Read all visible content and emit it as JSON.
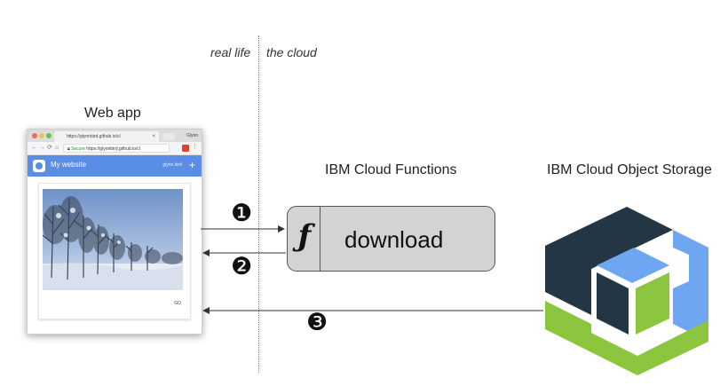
{
  "labels": {
    "real_life": "real life",
    "the_cloud": "the cloud",
    "web_app": "Web app",
    "ibm_functions": "IBM Cloud Functions",
    "ibm_storage": "IBM Cloud Object Storage"
  },
  "browser": {
    "tab_title": "https://glynnbird.github.io/cl",
    "tab_close": "×",
    "profile": "Glynn",
    "secure_label": "Secure",
    "url": "https://glynnbird.github.io/cl",
    "site_title": "My website",
    "site_user": "glynn.bird",
    "site_plus": "+",
    "card_action": "GO"
  },
  "function": {
    "glyph": "ƒ",
    "action_name": "download"
  },
  "steps": {
    "one": "❶",
    "two": "❷",
    "three": "❸"
  },
  "colors": {
    "storage_dark": "#243644",
    "storage_blue": "#6ea6f2",
    "storage_green": "#8cc63f",
    "app_bar": "#5a8de6"
  },
  "icons": {
    "function": "function-f-icon",
    "storage": "object-storage-cube-icon",
    "app": "camera-icon"
  }
}
